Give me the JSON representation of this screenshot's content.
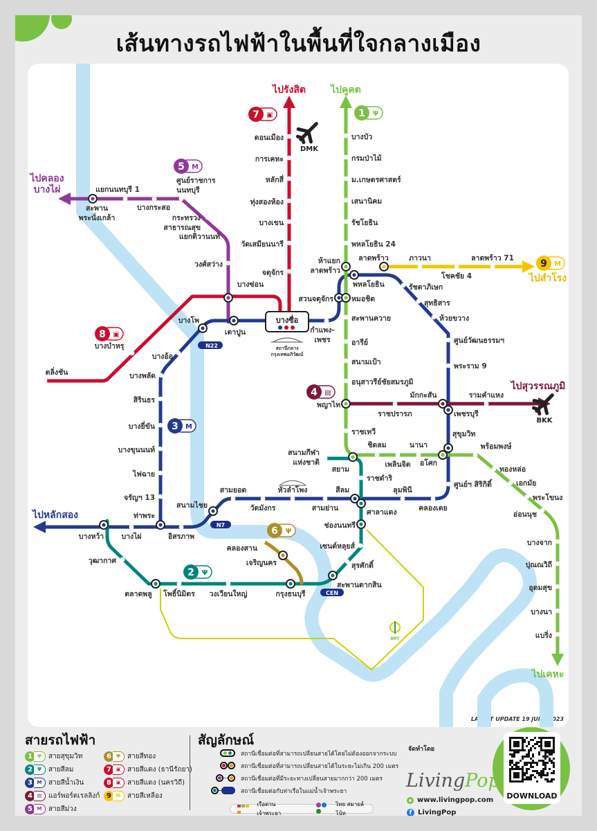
{
  "title": "เส้นทางรถไฟฟ้าในพื้นที่ใจกลางเมือง",
  "latest_update": "LATEST UPDATE 19 JUNE 2023",
  "river_color": "#bfe3f5",
  "directions": {
    "rangsit": "ไปรังสิต",
    "khukhot": "ไปคูคต",
    "khlong_bang_phai_1": "ไปคลอง",
    "khlong_bang_phai_2": "บางไผ่",
    "lak_song": "ไปหลักสอง",
    "samrong": "ไปสำโรง",
    "suvarnabhumi": "ไปสุวรรณภูมิ",
    "kheha": "ไปเคหะ"
  },
  "airports": {
    "dmk": "DMK",
    "bkk": "BKK"
  },
  "bang_sue": {
    "name": "บางซื่อ",
    "caption_1": "สถานีกลาง",
    "caption_2": "กรุงเทพอภิวัฒน์"
  },
  "piers": [
    "N22",
    "N7",
    "CEN"
  ],
  "brt": "BRT",
  "lines": [
    {
      "id": 1,
      "color": "#7ac143",
      "icon": "bts-icon",
      "name": "สายสุขุมวิท",
      "stations": [
        "บางบัว",
        "กรมป่าไม้",
        "ม.เกษตรศาสตร์",
        "เสนานิคม",
        "รัชโยธิน",
        "พหลโยธิน 24",
        "ห้าแยก\nลาดพร้าว",
        "หมอชิต",
        "สะพานควาย",
        "อารีย์",
        "สนามเป้า",
        "อนุสาวรีย์ชัยสมรภูมิ",
        "พญาไท",
        "ราชเทวี",
        "สยาม",
        "ชิดลม",
        "เพลินจิต",
        "นานา",
        "อโศก",
        "พร้อมพงษ์",
        "ทองหล่อ",
        "เอกมัย",
        "พระโขนง",
        "อ่อนนุช",
        "บางจาก",
        "ปุณณวิถี",
        "อุดมสุข",
        "บางนา",
        "แบริ่ง"
      ]
    },
    {
      "id": 2,
      "color": "#00857c",
      "icon": "bts-icon",
      "name": "สายสีลม",
      "stations": [
        "สนามกีฬา\nแห่งชาติ",
        "ราชดำริ",
        "ศาลาแดง",
        "ช่องนนทรี",
        "เซนต์หลุยส์",
        "สุรศักดิ์",
        "สะพานตากสิน",
        "กรุงธนบุรี",
        "วงเวียนใหญ่",
        "โพธิ์นิมิตร",
        "ตลาดพลู",
        "วุฒากาศ"
      ]
    },
    {
      "id": 3,
      "color": "#233a8e",
      "icon": "mrt-icon",
      "name": "สายสีน้ำเงิน",
      "stations": [
        "ท่าพระ",
        "จรัญฯ 13",
        "ไฟฉาย",
        "บางขุนนนท์",
        "บางยี่ขัน",
        "สิรินธร",
        "บางพลัด",
        "บางอ้อ",
        "บางโพ",
        "เตาปูน",
        "กำแพง-\nเพชร",
        "สวนจตุจักร",
        "พหลโยธิน",
        "รัชดาภิเษก",
        "สุทธิสาร",
        "ห้วยขวาง",
        "ศูนย์วัฒนธรรมฯ",
        "พระราม 9",
        "เพชรบุรี",
        "สุขุมวิท",
        "ศูนย์ฯ สิริกิติ์",
        "คลองเตย",
        "ลุมพินี",
        "สีลม",
        "สามย่าน",
        "หัวลำโพง",
        "วัดมังกร",
        "สามยอด",
        "สนามไชย",
        "อิสรภาพ",
        "บางไผ่",
        "บางหว้า"
      ]
    },
    {
      "id": 4,
      "color": "#7a1b36",
      "icon": "arl-icon",
      "name": "แอร์พอร์ตเรลลิงก์",
      "stations": [
        "ราชปรารภ",
        "มักกะสัน",
        "รามคำแหง"
      ]
    },
    {
      "id": 5,
      "color": "#8e3a96",
      "icon": "mrt-icon",
      "name": "สายสีม่วง",
      "stations": [
        "สะพาน\nพระนั่งเกล้า",
        "แยกนนทบุรี 1",
        "บางกระสอ",
        "ศูนย์ราชการ\nนนทบุรี",
        "กระทรวง\nสาธารณสุข",
        "แยกติวานนท์",
        "วงศ์สว่าง",
        "บางซ่อน"
      ]
    },
    {
      "id": 6,
      "color": "#b08d27",
      "icon": "bts-icon",
      "name": "สายสีทอง",
      "stations": [
        "คลองสาน",
        "เจริญนคร"
      ]
    },
    {
      "id": 7,
      "color": "#c8102e",
      "icon": "srt-icon",
      "name": "สายสีแดง (ธานีรัถยา)",
      "stations": [
        "ดอนเมือง",
        "การเคหะ",
        "หลักสี่",
        "ทุ่งสองห้อง",
        "บางเขน",
        "วัดเสมียนนารี",
        "จตุจักร"
      ]
    },
    {
      "id": 8,
      "color": "#c8102e",
      "icon": "srt-icon",
      "name": "สายสีแดง (นครวิถี)",
      "stations": [
        "บางบำหรุ",
        "ตลิ่งชัน"
      ]
    },
    {
      "id": 9,
      "color": "#f5c400",
      "icon": "mrt-icon",
      "name": "สายสีเหลือง",
      "stations": [
        "ลาดพร้าว",
        "ภาวนา",
        "โชคชัย 4",
        "ลาดพร้าว 71"
      ]
    }
  ],
  "legend": {
    "lines_heading": "สายรถไฟฟ้า",
    "symbols_heading": "สัญลักษณ์",
    "symbols": [
      "สถานีเชื่อมต่อที่สามารถเปลี่ยนสายได้โดยไม่ต้องออกจากระบบ",
      "สถานีเชื่อมต่อที่สามารถเปลี่ยนสายได้ในระยะไม่เกิน 200 เมตร",
      "สถานีเชื่อมต่อที่มีระยะทางเปลี่ยนสายมากกว่า 200 เมตร",
      "สถานีเชื่อมต่อกับท่าเรือในแม่น้ำเจ้าพระยา"
    ],
    "express_boat": "เรือด่วนเจ้าพระยา",
    "smile_boat": "ไทย สมายล์ โบ้ท"
  },
  "organizer": {
    "label": "จัดทำโดย",
    "logo_part1": "Living",
    "logo_part2": "Pop",
    "website": "www.livingpop.com",
    "facebook": "LivingPop",
    "qr_label": "DOWNLOAD"
  }
}
